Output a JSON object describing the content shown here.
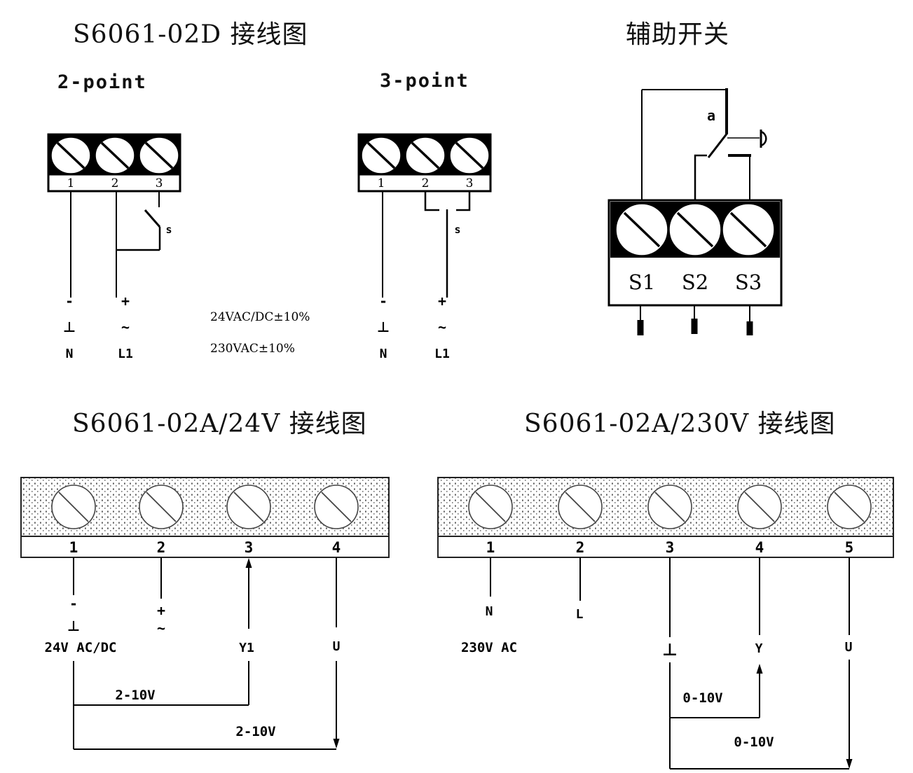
{
  "titles": {
    "top_left": "S6061-02D 接线图",
    "top_right": "辅助开关",
    "bottom_left": "S6061-02A/24V 接线图",
    "bottom_right": "S6061-02A/230V 接线图"
  },
  "two_point": {
    "heading": "2-point",
    "terminals": [
      "1",
      "2",
      "3"
    ],
    "switch_label": "s",
    "wire1": {
      "polarity": "-",
      "symbol": "⊥",
      "name": "N"
    },
    "wire2": {
      "polarity": "+",
      "symbol": "~",
      "name": "L1"
    }
  },
  "three_point": {
    "heading": "3-point",
    "terminals": [
      "1",
      "2",
      "3"
    ],
    "switch_label": "s",
    "wire1": {
      "polarity": "-",
      "symbol": "⊥",
      "name": "N"
    },
    "wire2": {
      "polarity": "+",
      "symbol": "~",
      "name": "L1"
    }
  },
  "power_notes": [
    "24VAC/DC±10%",
    "230VAC±10%"
  ],
  "aux_switch": {
    "terminals": [
      "S1",
      "S2",
      "S3"
    ],
    "switch_label": "a"
  },
  "wiring_24v": {
    "terminals": [
      "1",
      "2",
      "3",
      "4"
    ],
    "wire1": {
      "polarity": "-",
      "symbol": "⊥"
    },
    "wire2": {
      "polarity": "+",
      "symbol": "~"
    },
    "power": "24V AC/DC",
    "input": "Y1",
    "output": "U",
    "input_signal": "2-10V",
    "output_signal": "2-10V"
  },
  "wiring_230v": {
    "terminals": [
      "1",
      "2",
      "3",
      "4",
      "5"
    ],
    "neutral": "N",
    "line": "L",
    "power": "230V AC",
    "ground": "⊥",
    "input": "Y",
    "output": "U",
    "input_signal": "0-10V",
    "output_signal": "0-10V"
  }
}
